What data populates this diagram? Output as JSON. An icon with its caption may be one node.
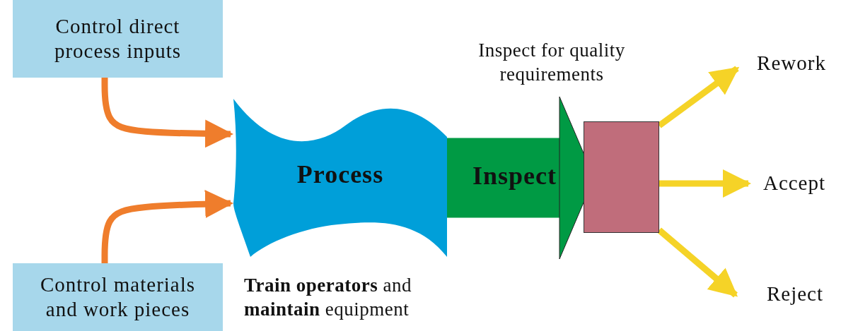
{
  "diagram": {
    "nodes": [
      {
        "text": [
          "Control direct process inputs"
        ]
      },
      {
        "text": [
          "Control materials and work pieces"
        ]
      },
      {
        "text": [
          "Process"
        ],
        "beside": [
          "**Train operators** and **maintain** equipment"
        ]
      },
      {
        "text": [],
        "shape": "box"
      },
      {
        "text": [
          "Rework"
        ]
      },
      {
        "text": [
          "Accept"
        ]
      },
      {
        "text": [
          "Reject"
        ]
      }
    ],
    "edges": [
      {
        "from": 0,
        "to": 2,
        "arrow": "to",
        "color": "#ef7d2c"
      },
      {
        "from": 1,
        "to": 2,
        "arrow": "to",
        "color": "#ef7d2c"
      },
      {
        "from": 2,
        "to": 3,
        "arrow": "to",
        "label": "Inspect",
        "style": "thick",
        "color": "#009a44"
      },
      {
        "from": 3,
        "to": 4,
        "arrow": "to"
      },
      {
        "from": 3,
        "to": 5,
        "arrow": "to"
      },
      {
        "from": 3,
        "to": 6,
        "arrow": "to"
      }
    ],
    "labels": [
      "Inspect for quality requirements"
    ]
  }
}
